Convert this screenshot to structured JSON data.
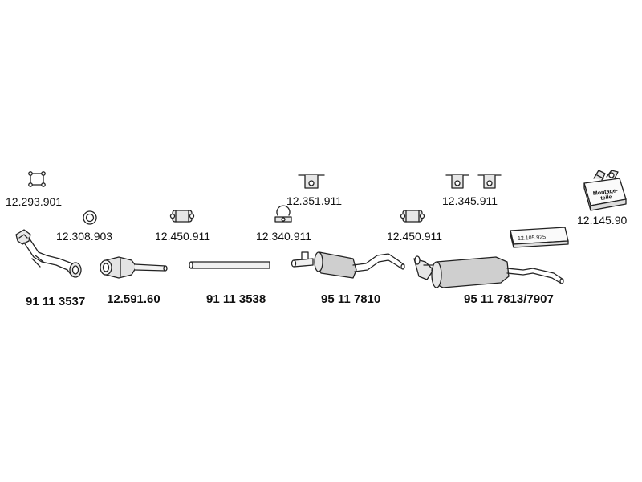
{
  "parts": {
    "clamp_1": "12.293.901",
    "ring": "12.308.903",
    "downpipe": "91 11 3537",
    "catalyst": "12.591.60",
    "clamp_2": "12.450.911",
    "straight_pipe": "91 11 3538",
    "hanger_1": "12.351.911",
    "clamp_3": "12.340.911",
    "middle_silencer": "95 11 7810",
    "clamp_4": "12.450.911",
    "hanger_2": "12.345.911",
    "rear_silencer": "95 11 7813/7907",
    "box_label": "12.105.925",
    "kit_label": "Montage-teile",
    "kit": "12.145.90"
  },
  "icons": [
    "square-clamp-icon",
    "ring-icon",
    "u-clamp-icon",
    "band-clamp-icon",
    "rubber-hanger-icon",
    "double-hanger-icon",
    "parts-box-icon",
    "mounting-kit-icon"
  ]
}
